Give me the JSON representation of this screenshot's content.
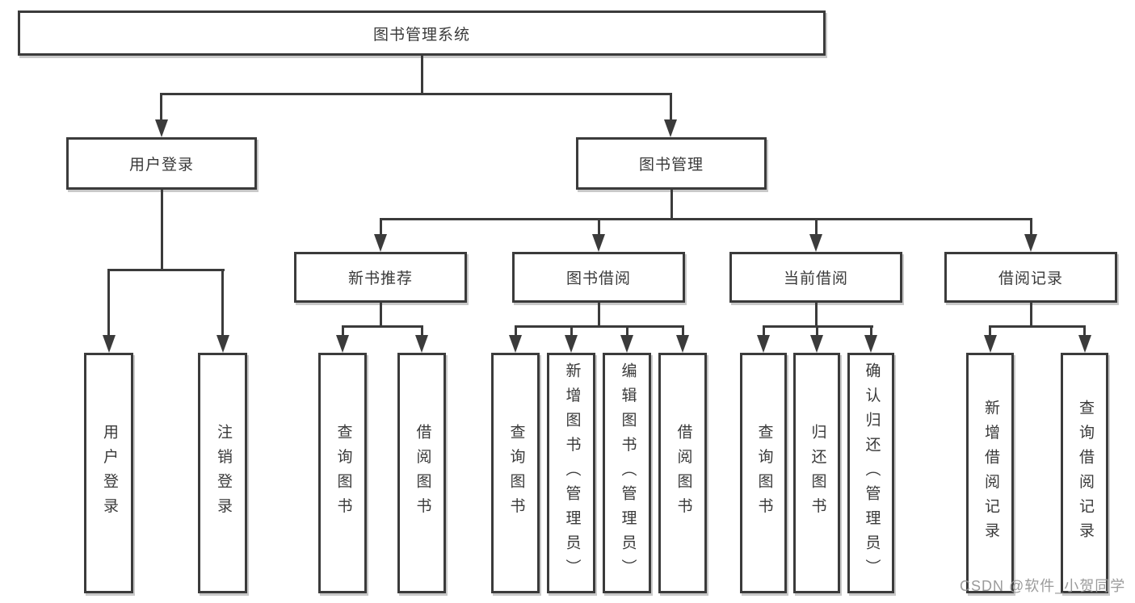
{
  "diagram": {
    "type": "hierarchy-tree",
    "watermark": "CSDN @软件_小贺同学",
    "colors": {
      "line": "#3b3b3b",
      "text": "#3a3a3a",
      "background": "#ffffff",
      "watermark": "#969696"
    },
    "nodes": {
      "root": {
        "label": "图书管理系统"
      },
      "user_login": {
        "label": "用户登录"
      },
      "book_mgmt": {
        "label": "图书管理"
      },
      "leaf_user_login": {
        "label": "用户登录"
      },
      "leaf_logout": {
        "label": "注销登录"
      },
      "new_book_rec": {
        "label": "新书推荐"
      },
      "book_borrow": {
        "label": "图书借阅"
      },
      "current_borrow": {
        "label": "当前借阅"
      },
      "borrow_record": {
        "label": "借阅记录"
      },
      "nb_query": {
        "label": "查询图书"
      },
      "nb_borrow": {
        "label": "借阅图书"
      },
      "bb_query": {
        "label": "查询图书"
      },
      "bb_add": {
        "label": "新增图书（管理员）"
      },
      "bb_edit": {
        "label": "编辑图书（管理员）"
      },
      "bb_borrow": {
        "label": "借阅图书"
      },
      "cb_query": {
        "label": "查询图书"
      },
      "cb_return": {
        "label": "归还图书"
      },
      "cb_confirm": {
        "label": "确认归还（管理员）"
      },
      "br_add": {
        "label": "新增借阅记录"
      },
      "br_query": {
        "label": "查询借阅记录"
      }
    },
    "edges": [
      [
        "root",
        "user_login"
      ],
      [
        "root",
        "book_mgmt"
      ],
      [
        "user_login",
        "leaf_user_login"
      ],
      [
        "user_login",
        "leaf_logout"
      ],
      [
        "book_mgmt",
        "new_book_rec"
      ],
      [
        "book_mgmt",
        "book_borrow"
      ],
      [
        "book_mgmt",
        "current_borrow"
      ],
      [
        "book_mgmt",
        "borrow_record"
      ],
      [
        "new_book_rec",
        "nb_query"
      ],
      [
        "new_book_rec",
        "nb_borrow"
      ],
      [
        "book_borrow",
        "bb_query"
      ],
      [
        "book_borrow",
        "bb_add"
      ],
      [
        "book_borrow",
        "bb_edit"
      ],
      [
        "book_borrow",
        "bb_borrow"
      ],
      [
        "current_borrow",
        "cb_query"
      ],
      [
        "current_borrow",
        "cb_return"
      ],
      [
        "current_borrow",
        "cb_confirm"
      ],
      [
        "borrow_record",
        "br_add"
      ],
      [
        "borrow_record",
        "br_query"
      ]
    ]
  }
}
